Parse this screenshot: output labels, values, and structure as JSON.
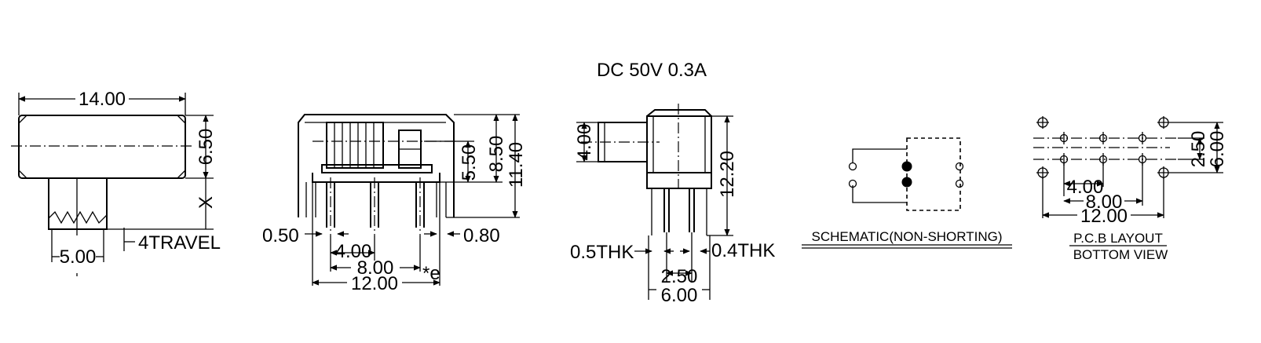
{
  "header": {
    "rating": "DC  50V  0.3A"
  },
  "side_view": {
    "width": "14.00",
    "height": "6.50",
    "x": "X",
    "travel": "4TRAVEL",
    "actuator": "5.00"
  },
  "front_view": {
    "dim_550": "5.50",
    "dim_850": "8.50",
    "dim_1140": "11.40",
    "dim_050": "0.50",
    "dim_080": "0.80",
    "dim_400": "4.00",
    "dim_800": "8.00",
    "note_e": "*e",
    "dim_1200": "12.00"
  },
  "end_view": {
    "dim_400": "4.00",
    "dim_1220": "12.20",
    "thk_05": "0.5THK",
    "thk_04": "0.4THK",
    "dim_250": "2.50",
    "dim_600": "6.00"
  },
  "schematic": {
    "caption": "SCHEMATIC(NON-SHORTING)"
  },
  "pcb": {
    "dim_250": "2.50",
    "dim_600": "6.00",
    "dim_400": "4.00",
    "dim_800": "8.00",
    "dim_1200": "12.00",
    "caption_1": "P.C.B LAYOUT",
    "caption_2": "BOTTOM VIEW"
  }
}
